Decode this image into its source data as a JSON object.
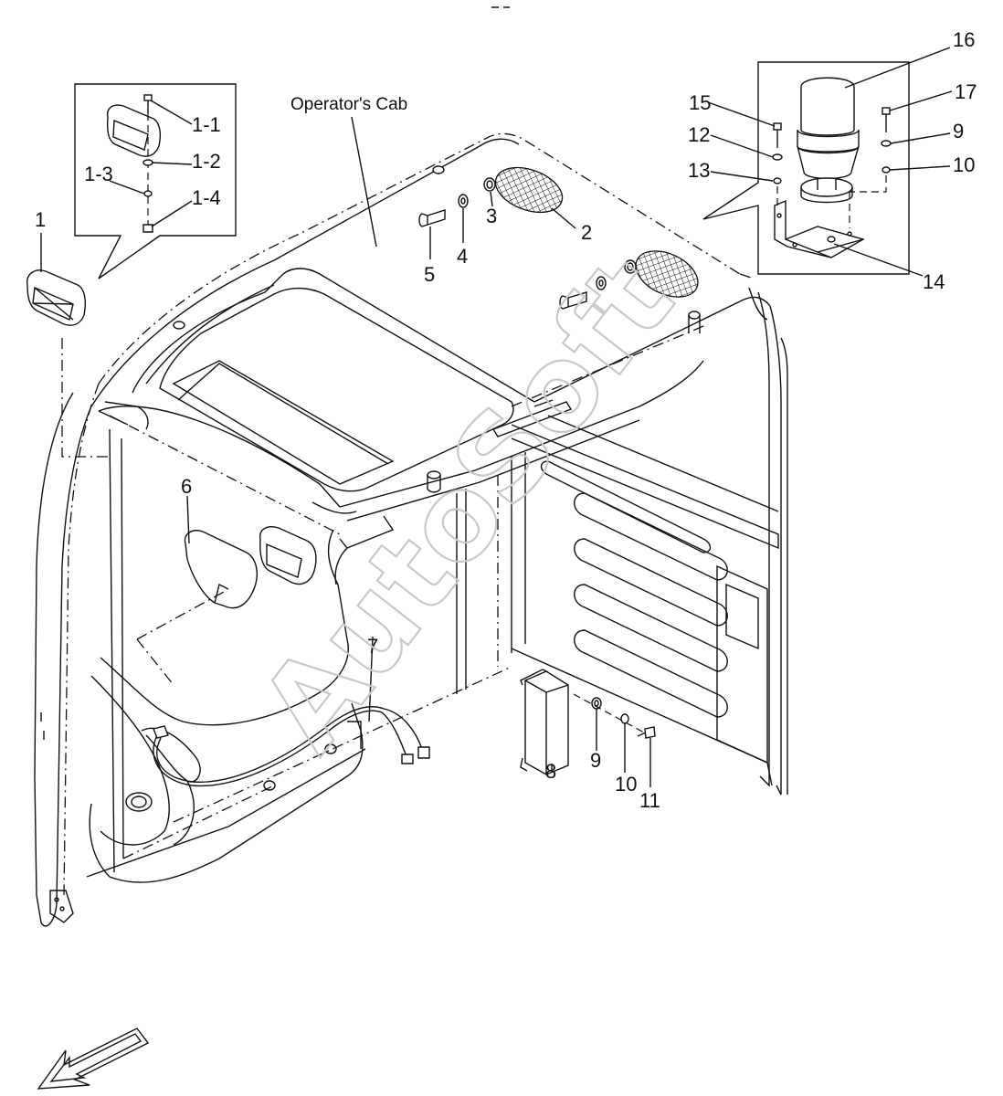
{
  "title": "Operator's Cab",
  "watermark": "AutoSoft",
  "callouts": {
    "c1": "1",
    "c1_1": "1-1",
    "c1_2": "1-2",
    "c1_3": "1-3",
    "c1_4": "1-4",
    "c2": "2",
    "c3": "3",
    "c4": "4",
    "c5": "5",
    "c6": "6",
    "c7": "7",
    "c8": "8",
    "c9a": "9",
    "c10a": "10",
    "c11": "11",
    "c9b": "9",
    "c10b": "10",
    "c12": "12",
    "c13": "13",
    "c14": "14",
    "c15": "15",
    "c16": "16",
    "c17": "17"
  },
  "icons": {
    "direction_arrow": "front-direction-arrow-icon"
  }
}
